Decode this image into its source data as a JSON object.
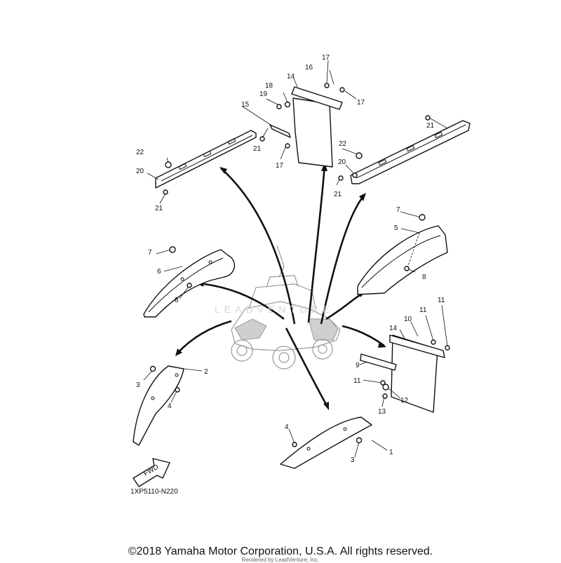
{
  "diagram": {
    "callouts": [
      "1",
      "2",
      "3",
      "3",
      "4",
      "4",
      "5",
      "6",
      "7",
      "7",
      "8",
      "8",
      "9",
      "10",
      "11",
      "11",
      "11",
      "12",
      "13",
      "14",
      "14",
      "15",
      "16",
      "17",
      "17",
      "17",
      "18",
      "19",
      "20",
      "20",
      "21",
      "21",
      "21",
      "21",
      "22",
      "22"
    ],
    "fwd_label": "FWD",
    "diagram_code": "1XP5110-N220",
    "watermark": "LEADVENTURE",
    "copyright": "©2018 Yamaha Motor Corporation, U.S.A. All rights reserved.",
    "rendered_by": "Rendered by LeadVenture, Inc."
  }
}
